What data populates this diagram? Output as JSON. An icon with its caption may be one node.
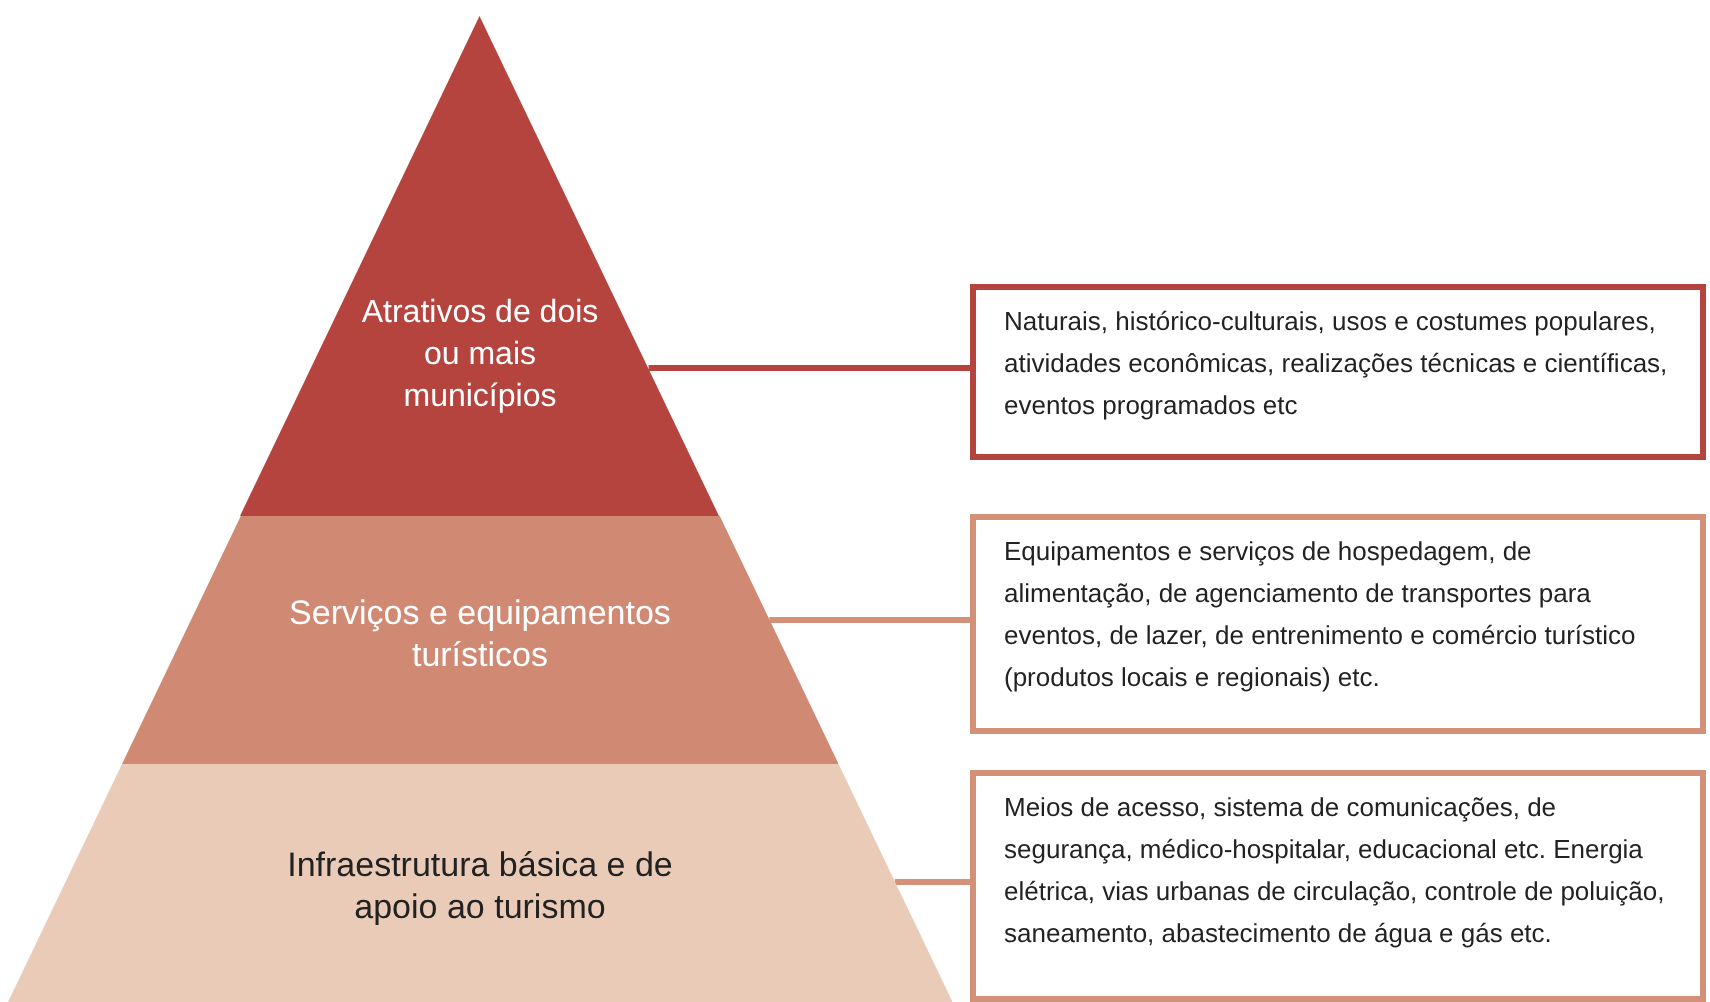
{
  "diagram": {
    "nodes": [
      {
        "text": [
          "Atrativos de dois ou mais municípios"
        ]
      },
      {
        "text": [
          "Serviços e equipamentos turísticos"
        ]
      },
      {
        "text": [
          "Infraestrutura básica e de apoio ao turismo"
        ]
      },
      {
        "text": [
          "Naturais, histórico-culturais, usos e costumes populares, atividades econômicas, realizações técnicas e científicas, eventos programados etc"
        ]
      },
      {
        "text": [
          "Equipamentos e serviços de hospedagem, de alimentação, de agenciamento de transportes para eventos, de lazer, de entrenimento e comércio turístico (produtos locais e regionais) etc."
        ]
      },
      {
        "text": [
          "Meios de acesso, sistema de comunicações, de segurança, médico-hospitalar, educacional etc. Energia elétrica, vias urbanas de circulação, controle de poluição, saneamento, abastecimento de água e gás etc."
        ]
      }
    ],
    "edges": [
      {
        "from": 0,
        "to": 3,
        "arrow": "none",
        "color": "#b5443e"
      },
      {
        "from": 1,
        "to": 4,
        "arrow": "none"
      },
      {
        "from": 2,
        "to": 5,
        "arrow": "none"
      }
    ]
  }
}
